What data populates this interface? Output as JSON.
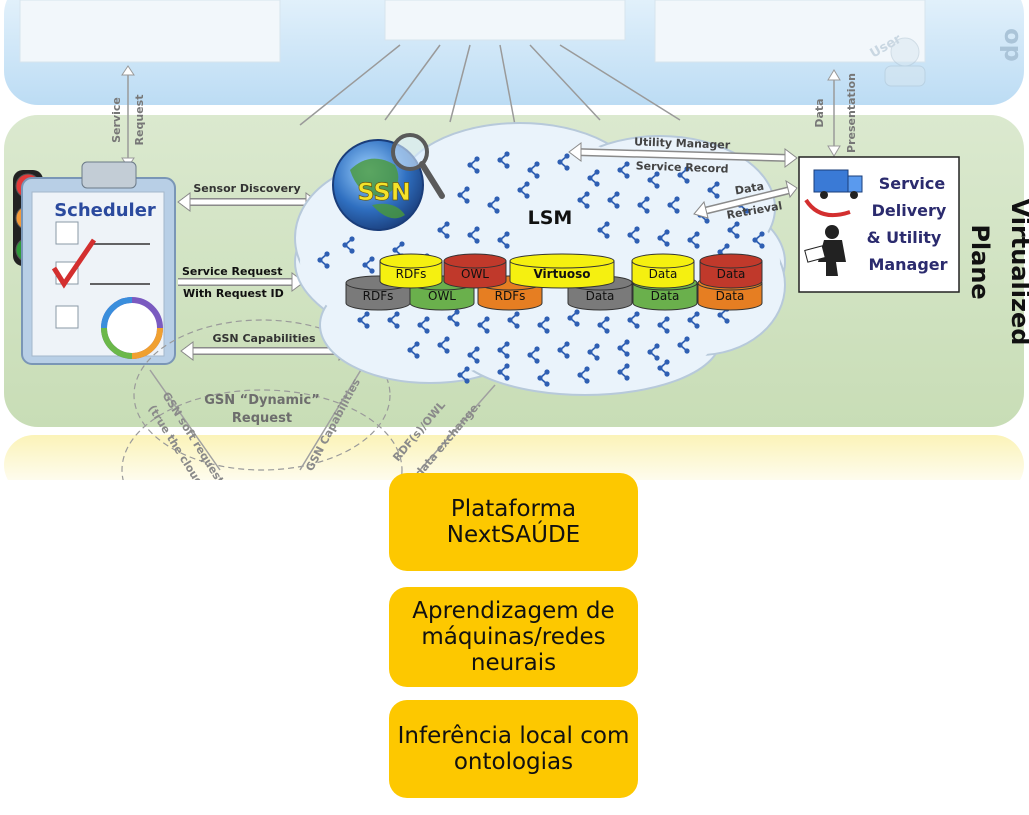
{
  "diagram": {
    "top_band_label": "op",
    "top_band_user": "User",
    "virtualized_plane_label_line1": "Virtualized",
    "virtualized_plane_label_line2": "Plane",
    "scheduler_label": "Scheduler",
    "ssn_label": "SSN",
    "lsm_label": "LSM",
    "service_delivery_line1": "Service",
    "service_delivery_line2": "Delivery",
    "service_delivery_line3": "& Utility",
    "service_delivery_line4": "Manager",
    "arrow_labels": {
      "service_request_top": "Service",
      "service_request_bottom": "Request",
      "sensor_discovery": "Sensor Discovery",
      "service_request_id_line1": "Service Request",
      "service_request_id_line2": "With Request ID",
      "gsn_capabilities": "GSN Capabilities",
      "gsn_dynamic_line1": "GSN “Dynamic”",
      "gsn_dynamic_line2": "Request",
      "gsn_soft_request": "GSN soft request",
      "true_the_cloud": "(true the cloud",
      "gsn_capabilities_diag": "GSN Capabilities",
      "rdf_owl": "RDF(s)/OWL",
      "data_exchange": "data exchange.",
      "utility_manager": "Utility Manager",
      "service_record": "Service Record",
      "data": "Data",
      "retrieval": "Retrieval",
      "data_vertical": "Data",
      "presentation_vertical": "Presentation"
    },
    "databases_top": [
      "RDFs",
      "OWL",
      "Virtuoso",
      "Data",
      "Data"
    ],
    "databases_bottom": [
      "RDFs",
      "OWL",
      "RDFs",
      "Data",
      "Data",
      "Data"
    ],
    "colors": {
      "top_band": "#cfe8f8",
      "plane_band": "#cfe3c0",
      "bottom_band": "#fdf6c8",
      "box_fill": "#fdc800",
      "db_yellow": "#f5f010",
      "db_red": "#c0392b",
      "db_gray": "#7a7a7a",
      "db_green": "#6ab04c",
      "db_orange": "#e67e22",
      "node_blue": "#2f5fb3"
    }
  },
  "boxes": [
    {
      "label": "Plataforma\nNextSAÚDE"
    },
    {
      "label": "Aprendizagem de\nmáquinas/redes\nneurais"
    },
    {
      "label": "Inferência local com\nontologias"
    }
  ]
}
